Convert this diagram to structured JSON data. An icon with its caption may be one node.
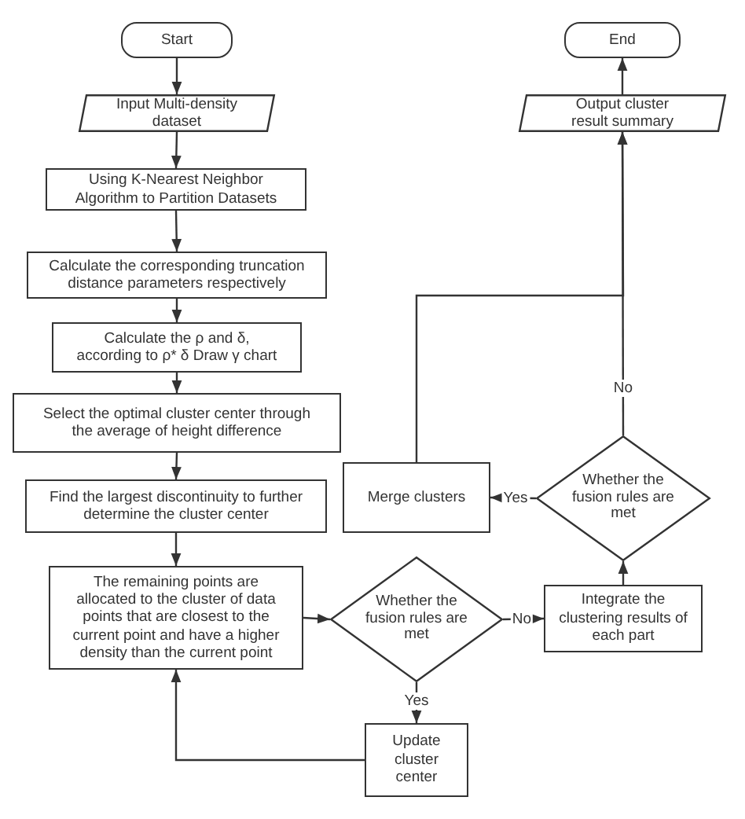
{
  "diagram": {
    "nodes": [
      {
        "text": [
          "Start"
        ]
      },
      {
        "text": [
          "Input Multi-density dataset"
        ]
      },
      {
        "text": [
          "Using K-Nearest Neighbor Algorithm to Partition Datasets"
        ]
      },
      {
        "text": [
          "Calculate the corresponding truncation distance parameters respectively"
        ]
      },
      {
        "text": [
          "Calculate the ρ and δ, according to ρ* δ Draw γ chart"
        ]
      },
      {
        "text": [
          "Select the optimal cluster center through the average of height difference"
        ]
      },
      {
        "text": [
          "Find the largest discontinuity to further determine the cluster center"
        ]
      },
      {
        "text": [
          "The remaining points are allocated to the cluster of data points that are closest to the current point and have a higher density than the current point"
        ]
      },
      {
        "text": [
          "Whether the fusion rules are met"
        ]
      },
      {
        "text": [
          "Update cluster center"
        ]
      },
      {
        "text": [
          "Integrate the clustering results of each part"
        ]
      },
      {
        "text": [
          "Whether the fusion rules are met"
        ]
      },
      {
        "text": [
          "Merge clusters"
        ]
      },
      {
        "text": [
          "Output cluster result summary"
        ]
      },
      {
        "text": [
          "End"
        ]
      }
    ],
    "edges": [
      {
        "from": 0,
        "to": 1,
        "arrow": "to"
      },
      {
        "from": 1,
        "to": 2,
        "arrow": "to"
      },
      {
        "from": 2,
        "to": 3,
        "arrow": "to"
      },
      {
        "from": 3,
        "to": 4,
        "arrow": "to"
      },
      {
        "from": 4,
        "to": 5,
        "arrow": "to"
      },
      {
        "from": 5,
        "to": 6,
        "arrow": "to"
      },
      {
        "from": 6,
        "to": 7,
        "arrow": "to"
      },
      {
        "from": 7,
        "to": 8,
        "arrow": "to"
      },
      {
        "from": 8,
        "to": 9,
        "arrow": "to",
        "label": "Yes"
      },
      {
        "from": 9,
        "to": 7,
        "arrow": "to"
      },
      {
        "from": 8,
        "to": 10,
        "arrow": "to",
        "label": "No"
      },
      {
        "from": 10,
        "to": 11,
        "arrow": "to"
      },
      {
        "from": 11,
        "to": 12,
        "arrow": "to",
        "label": "Yes"
      },
      {
        "from": 11,
        "to": 13,
        "arrow": "to",
        "label": "No"
      },
      {
        "from": 12,
        "to": 13,
        "arrow": "to"
      },
      {
        "from": 13,
        "to": 14,
        "arrow": "to"
      }
    ]
  }
}
